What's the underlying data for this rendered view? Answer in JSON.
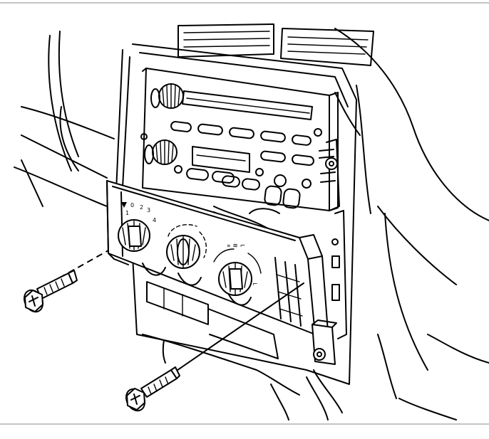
{
  "figure": {
    "kind": "service-manual-line-art",
    "subject": "hvac-control-panel-removal",
    "screws": 2,
    "controls": {
      "knobs": [
        "fan-speed-knob",
        "temperature-knob",
        "mode-knob"
      ],
      "fan_scale_marks": [
        "0",
        "1",
        "2",
        "3",
        "4"
      ]
    },
    "colors": {
      "ink": "#000000",
      "paper": "#ffffff",
      "rule": "#8a8a8a"
    }
  }
}
